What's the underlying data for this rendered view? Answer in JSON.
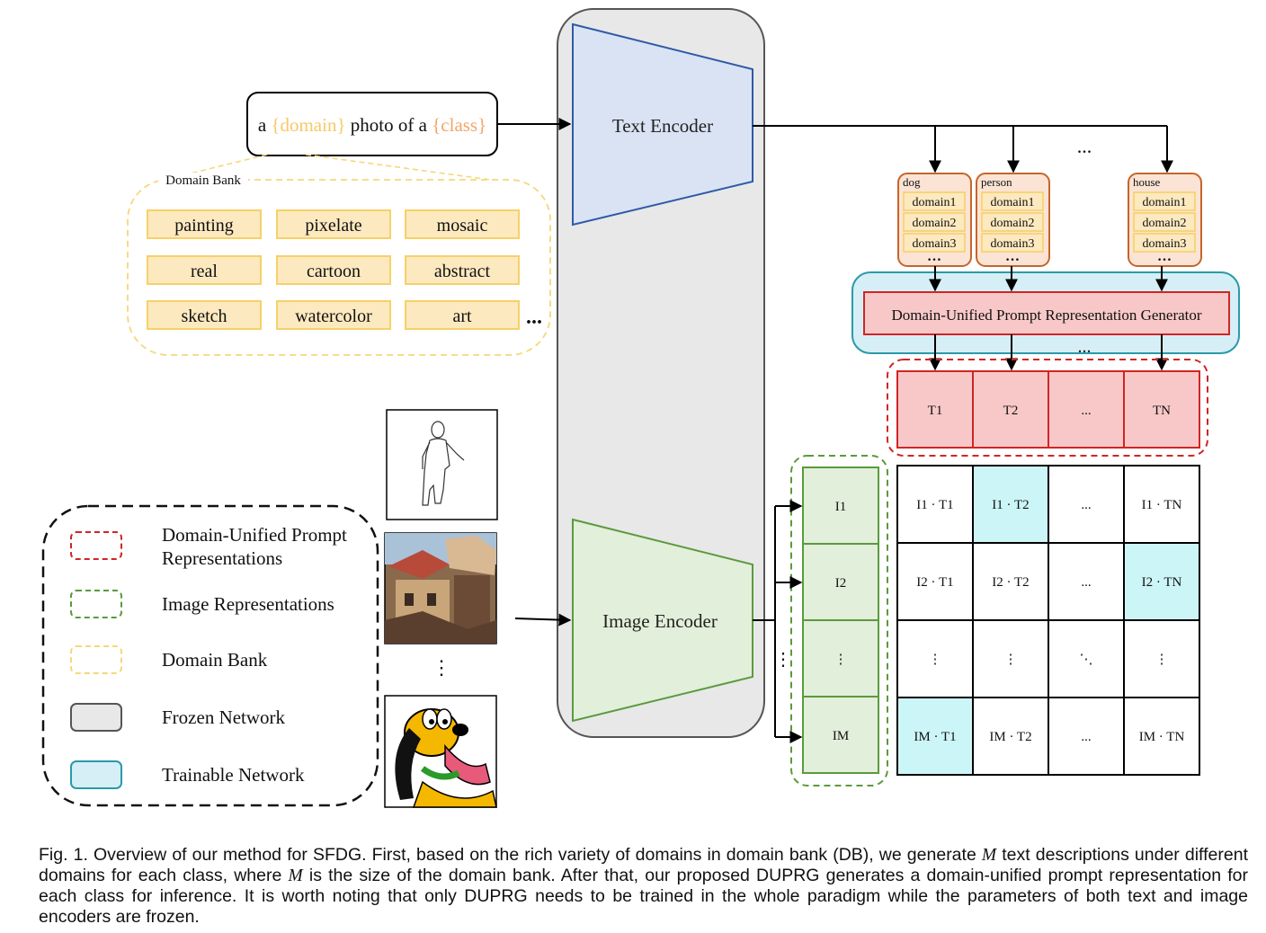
{
  "prompt": {
    "prefix": "a",
    "domain": "{domain}",
    "middle": "photo of a",
    "class": "{class}"
  },
  "domain_bank": {
    "title": "Domain Bank",
    "items": [
      "painting",
      "pixelate",
      "mosaic",
      "real",
      "cartoon",
      "abstract",
      "sketch",
      "watercolor",
      "art"
    ],
    "more": "..."
  },
  "encoders": {
    "text": "Text Encoder",
    "image": "Image Encoder"
  },
  "classes": [
    {
      "name": "dog",
      "domains": [
        "domain1",
        "domain2",
        "domain3"
      ]
    },
    {
      "name": "person",
      "domains": [
        "domain1",
        "domain2",
        "domain3"
      ]
    },
    {
      "name": "house",
      "domains": [
        "domain1",
        "domain2",
        "domain3"
      ]
    }
  ],
  "class_gap": "...",
  "generator": {
    "label": "Domain-Unified Prompt Representation Generator",
    "more": "..."
  },
  "text_reps": [
    "T1",
    "T2",
    "...",
    "TN"
  ],
  "image_reps": [
    "I1",
    "I2",
    "⋮",
    "IM"
  ],
  "image_reps_side": "⋮",
  "image_gap": "⋮",
  "matrix": [
    [
      "I1 · T1",
      "I1 · T2",
      "...",
      "I1 · TN"
    ],
    [
      "I2 · T1",
      "I2 · T2",
      "...",
      "I2 · TN"
    ],
    [
      "⋮",
      "⋮",
      "⋱",
      "⋮"
    ],
    [
      "IM · T1",
      "IM · T2",
      "...",
      "IM · TN"
    ]
  ],
  "highlight": [
    [
      0,
      1
    ],
    [
      1,
      3
    ],
    [
      3,
      0
    ]
  ],
  "legend": [
    {
      "label": "Domain-Unified Prompt Representations",
      "style": "red-dashed"
    },
    {
      "label": "Image Representations",
      "style": "green-dashed"
    },
    {
      "label": "Domain Bank",
      "style": "yellow-dashed"
    },
    {
      "label": "Frozen Network",
      "style": "gray"
    },
    {
      "label": "Trainable Network",
      "style": "cyan"
    }
  ],
  "caption": {
    "part1": "Fig. 1. Overview of our method for SFDG. First, based on the rich variety of domains in domain bank (DB), we generate ",
    "m1": "M",
    "part2": " text descriptions under different domains for each class, where ",
    "m2": "M",
    "part3": " is the size of the domain bank. After that, our proposed DUPRG generates a domain-unified prompt representation for each class for inference. It is worth noting that only DUPRG needs to be trained in the whole paradigm while the parameters of both text and image encoders are frozen."
  },
  "colors": {
    "frozen": "#e8e8e8",
    "trainable": "#d6eef5",
    "text_encoder": "#d9e3f3",
    "image_encoder": "#e2efda",
    "domain_yellow": "#fde9bf",
    "class_box": "#fbe4d5",
    "rep_red": "#f8c8c8",
    "highlight": "#ccf5f7"
  }
}
